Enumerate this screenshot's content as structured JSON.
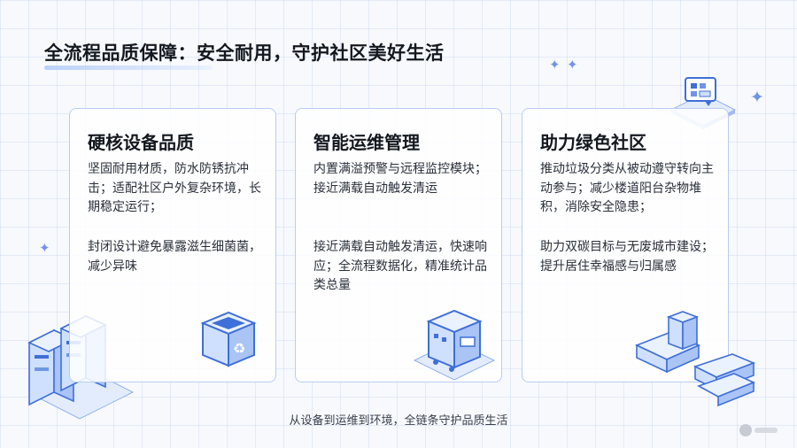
{
  "page": {
    "title": "全流程品质保障：安全耐用，守护社区美好生活",
    "footer": "从设备到运维到环境，全链条守护品质生活"
  },
  "cards": [
    {
      "title": "硬核设备品质",
      "paragraphs": [
        "坚固耐用材质，防水防锈抗冲击；适配社区户外复杂环境，长期稳定运行；",
        "封闭设计避免暴露滋生细菌菌，减少异味"
      ]
    },
    {
      "title": "智能运维管理",
      "paragraphs": [
        "内置满溢预警与远程监控模块；接近满载自动触发清运",
        "接近满载自动触发清运，快速响应；全流程数据化，精准统计品类总量"
      ]
    },
    {
      "title": "助力绿色社区",
      "paragraphs": [
        "推动垃圾分类从被动遵守转向主动参与；减少楼道阳台杂物堆积，消除安全隐患；",
        "助力双碳目标与无废城市建设；提升居住幸福感与归属感"
      ]
    }
  ],
  "colors": {
    "accent": "#6f95e6",
    "card_border": "#b9cdf0",
    "illustration_fill": "#cfe0ff",
    "illustration_stroke": "#3f6fd8"
  },
  "icons": {
    "sparkles": "sparkle-icon",
    "card1_illustration": "recycle-bin-icon",
    "card2_illustration": "smart-cabinet-icon",
    "card3_illustration": "building-block-icon",
    "top_right": "chat-monitor-icon",
    "bottom_left": "server-cabinets-icon"
  }
}
